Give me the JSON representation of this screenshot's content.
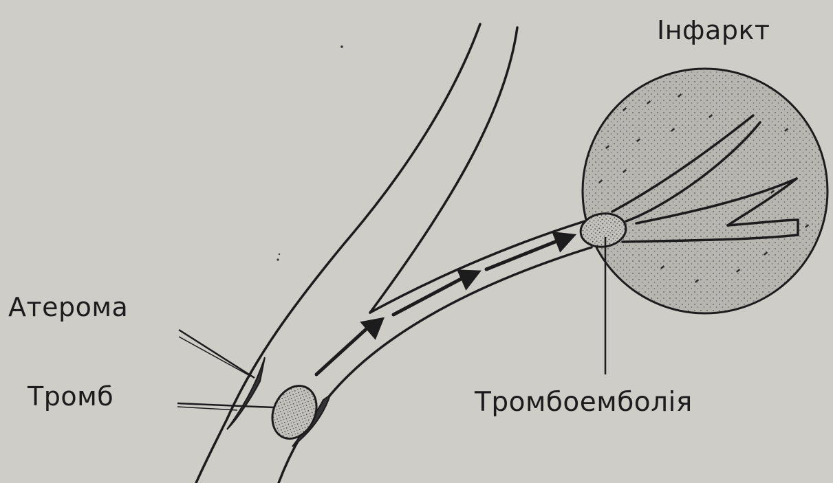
{
  "labels": {
    "infarct": "Інфаркт",
    "ateroma": "Атерома",
    "tromb": "Тромб",
    "thromboembolism": "Тромбоемболія"
  },
  "colors": {
    "background": "#cfcdc8",
    "ink": "#1c1c1c",
    "infarct_fill": "#b9b7b2"
  }
}
